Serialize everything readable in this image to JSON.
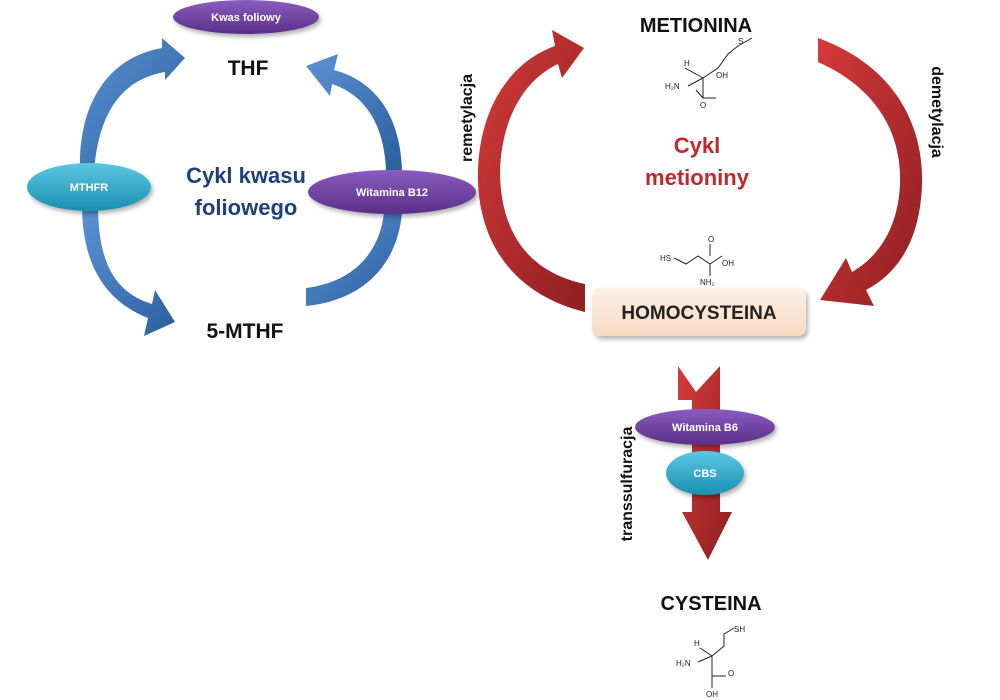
{
  "folate_cycle": {
    "title_line1": "Cykl kwasu",
    "title_line2": "foliowego",
    "thf": "THF",
    "mthf": "5-MTHF",
    "kwas_foliowy": "Kwas foliowy",
    "mthfr": "MTHFR",
    "b12": "Witamina B12"
  },
  "methionine_cycle": {
    "title_line1": "Cykl",
    "title_line2": "metioniny",
    "metionina": "METIONINA",
    "homocysteina": "HOMOCYSTEINA",
    "remetylacja": "remetylacja",
    "demetylacja": "demetylacja"
  },
  "transsulfuration": {
    "label": "transsulfuracja",
    "b6": "Witamina B6",
    "cbs": "CBS",
    "cysteina": "CYSTEINA"
  },
  "chem_labels": {
    "h": "H",
    "h2n": "H₂N",
    "nh2": "NH₂",
    "o": "O",
    "oh": "OH",
    "s": "S",
    "sh": "SH",
    "hs": "HS"
  },
  "colors": {
    "blue_arrow": "#3a73b8",
    "red_arrow": "#b3282d",
    "purple_pill": "#6a3d99",
    "teal_pill": "#2aa5c4",
    "folate_title": "#1f3f7a",
    "methionine_title": "#c0282d",
    "homocysteine_box": "#fbe5d6"
  }
}
